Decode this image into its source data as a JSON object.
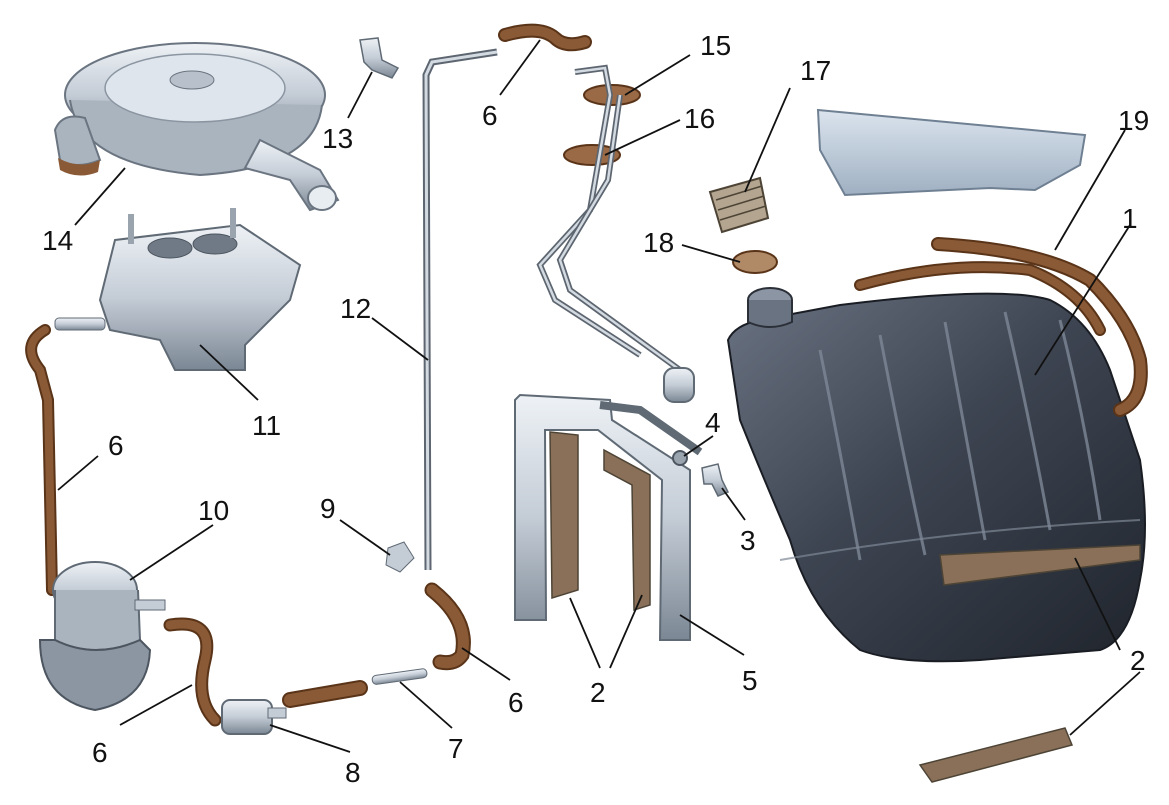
{
  "diagram": {
    "callouts": [
      "1",
      "2",
      "3",
      "4",
      "5",
      "6",
      "7",
      "8",
      "9",
      "10",
      "11",
      "12",
      "13",
      "14",
      "15",
      "16",
      "17",
      "18",
      "19"
    ]
  },
  "colors": {
    "hose": "#8a5a36",
    "hose_dark": "#5a3418",
    "metal": "#c4ccd6",
    "metal_dark": "#7b8794",
    "tank": "#3e4552",
    "tank_dark": "#242a33",
    "strip": "#8a7058",
    "shield": "#b9c6d4"
  }
}
